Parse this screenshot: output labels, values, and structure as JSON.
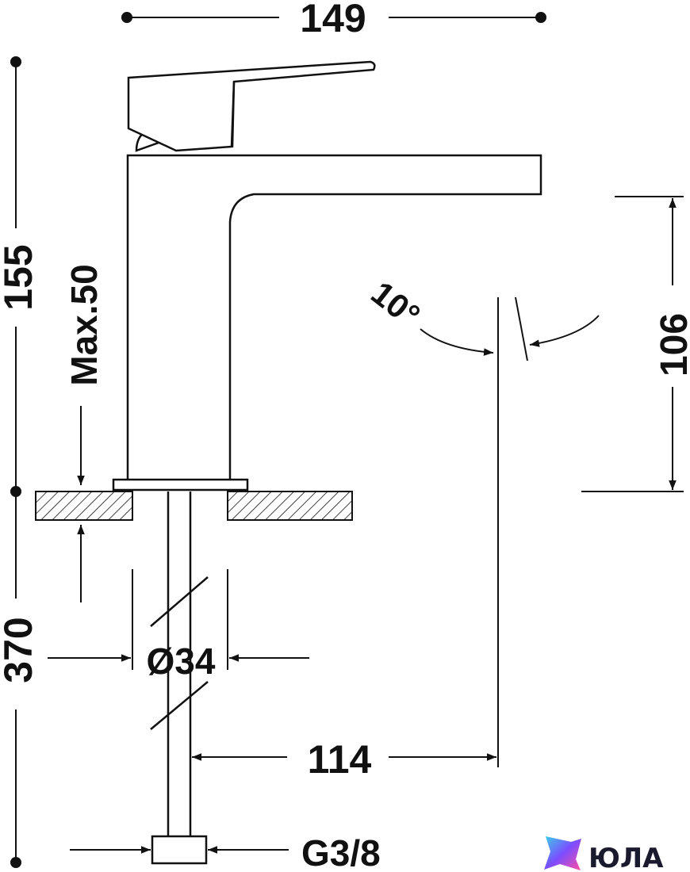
{
  "dimensions": {
    "width_total": "149",
    "height_total": "155",
    "max_deck": "Max.50",
    "spout_height": "106",
    "angle": "10°",
    "pipe_length": "370",
    "diameter": "Ø34",
    "reach": "114",
    "thread": "G3/8"
  },
  "logo": {
    "text": "ЮЛА"
  },
  "colors": {
    "ink": "#111111",
    "logo_gradient_start": "#3ad0e8",
    "logo_gradient_mid": "#7b4dff",
    "logo_gradient_end": "#ff4fa3"
  }
}
